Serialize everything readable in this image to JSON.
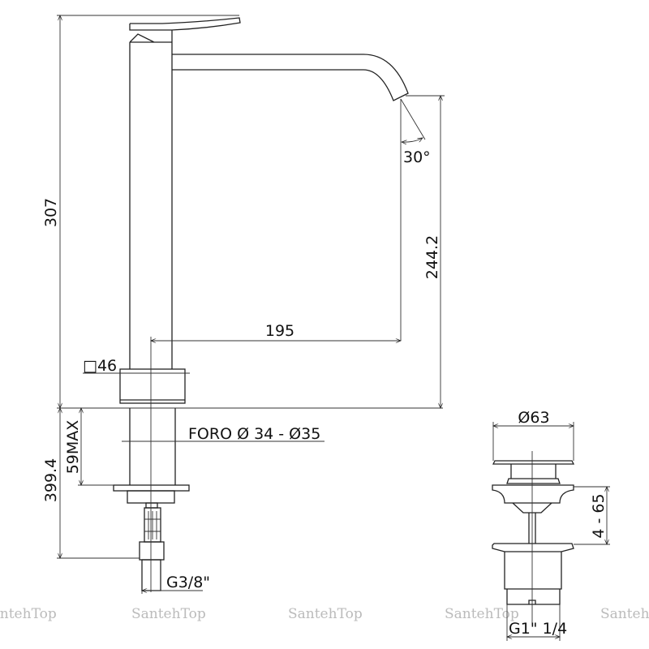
{
  "faucet": {
    "height_total": "307",
    "spout_height": "244.2",
    "spout_reach": "195",
    "spout_angle": "30°",
    "body_square": "□46",
    "hole": "FORO Ø 34 - Ø35",
    "deck_max": "59MAX",
    "below_deck": "399.4",
    "connection": "G3/8\""
  },
  "drain": {
    "cap_diameter": "Ø63",
    "stroke": "4 - 65",
    "thread": "G1\" 1/4"
  },
  "watermark": "SantehTop"
}
